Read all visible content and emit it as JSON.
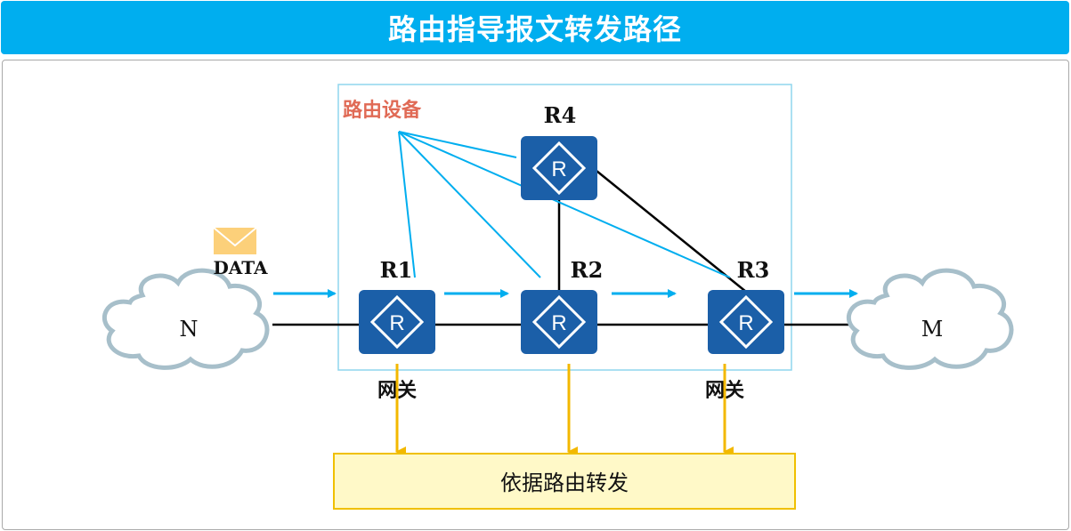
{
  "title": "路由指导报文转发路径",
  "routing_device_label": "路由设备",
  "routers": [
    {
      "id": "R1",
      "label": "R1"
    },
    {
      "id": "R2",
      "label": "R2"
    },
    {
      "id": "R3",
      "label": "R3"
    },
    {
      "id": "R4",
      "label": "R4"
    }
  ],
  "clouds": {
    "source": "N",
    "destination": "M"
  },
  "packet_label": "DATA",
  "gateway_label": "网关",
  "forward_box_label": "依据路由转发",
  "colors": {
    "title_bg": "#00aeef",
    "accent_blue": "#00aeef",
    "router_fill": "#1b5fa8",
    "cloud_stroke": "#a7bfca",
    "device_text": "#e06a55",
    "gold": "#f3b800",
    "forward_box_fill": "#fff9c8",
    "forward_box_stroke": "#f0c000",
    "envelope": "#fcd07a"
  },
  "icons": {
    "router": "router-icon",
    "packet": "envelope-icon",
    "network": "cloud-icon"
  }
}
